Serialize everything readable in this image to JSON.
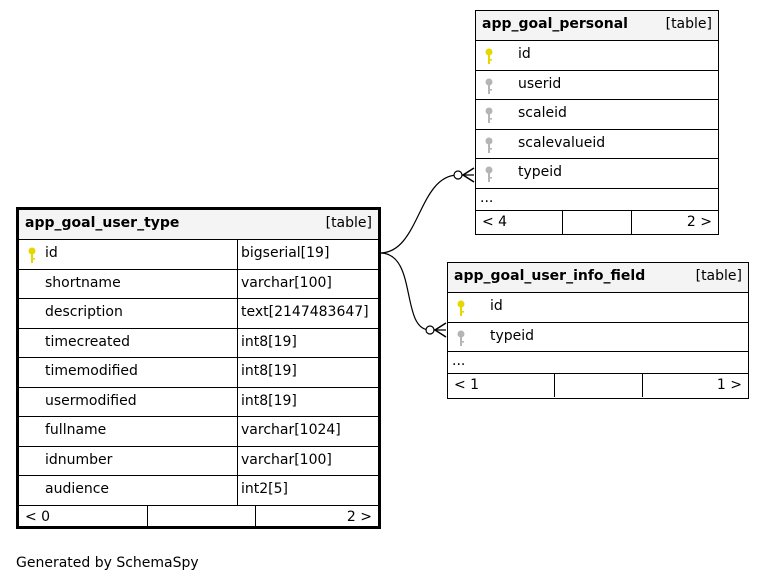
{
  "tables": {
    "user_type": {
      "name": "app_goal_user_type",
      "kind": "[table]",
      "columns": [
        {
          "name": "id",
          "type": "bigserial[19]",
          "key": "primary"
        },
        {
          "name": "shortname",
          "type": "varchar[100]",
          "key": ""
        },
        {
          "name": "description",
          "type": "text[2147483647]",
          "key": ""
        },
        {
          "name": "timecreated",
          "type": "int8[19]",
          "key": ""
        },
        {
          "name": "timemodified",
          "type": "int8[19]",
          "key": ""
        },
        {
          "name": "usermodified",
          "type": "int8[19]",
          "key": ""
        },
        {
          "name": "fullname",
          "type": "varchar[1024]",
          "key": ""
        },
        {
          "name": "idnumber",
          "type": "varchar[100]",
          "key": ""
        },
        {
          "name": "audience",
          "type": "int2[5]",
          "key": ""
        }
      ],
      "footer": {
        "prev": "< 0",
        "next": "2 >"
      }
    },
    "personal": {
      "name": "app_goal_personal",
      "kind": "[table]",
      "columns": [
        {
          "name": "id",
          "key": "primary"
        },
        {
          "name": "userid",
          "key": "foreign"
        },
        {
          "name": "scaleid",
          "key": "foreign"
        },
        {
          "name": "scalevalueid",
          "key": "foreign"
        },
        {
          "name": "typeid",
          "key": "foreign"
        }
      ],
      "ellipsis": "...",
      "footer": {
        "prev": "< 4",
        "next": "2 >"
      }
    },
    "info_field": {
      "name": "app_goal_user_info_field",
      "kind": "[table]",
      "columns": [
        {
          "name": "id",
          "key": "primary"
        },
        {
          "name": "typeid",
          "key": "foreign"
        }
      ],
      "ellipsis": "...",
      "footer": {
        "prev": "< 1",
        "next": "1 >"
      }
    }
  },
  "colors": {
    "primary_key": "#e5d800",
    "foreign_key": "#b5b5b5",
    "header_bg": "#f4f4f4"
  },
  "generated_by": "Generated by SchemaSpy"
}
